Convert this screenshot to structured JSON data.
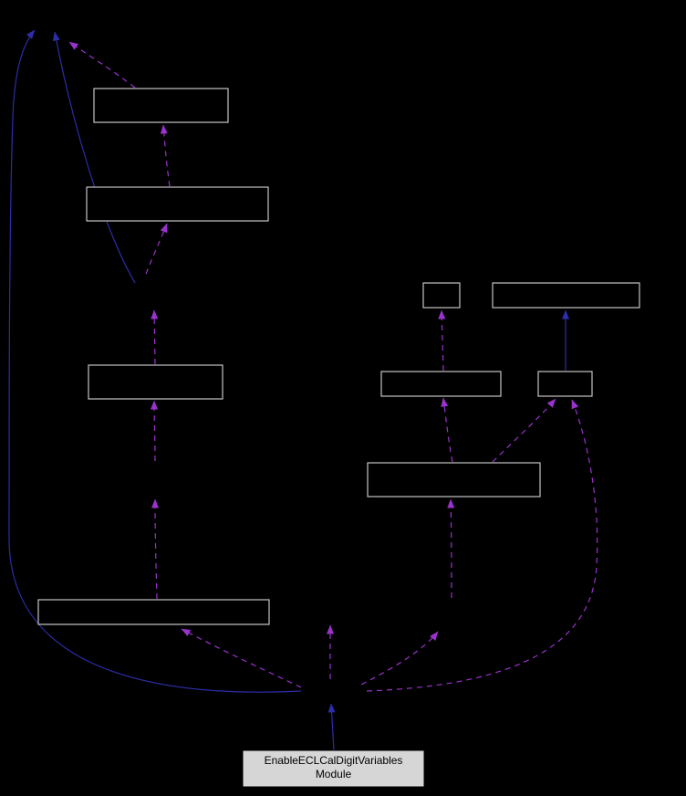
{
  "diagram": {
    "type": "collaboration-graph",
    "current_node": {
      "label_line1": "EnableECLCalDigitVariables",
      "label_line2": "Module",
      "label_color": "#000000"
    },
    "colors": {
      "background": "#000000",
      "inheritance_edge": "#2d2da8",
      "usage_edge": "#9a32cd",
      "node_border": "#c4c4c4",
      "current_node_fill": "#d6d6d6"
    },
    "stats": {
      "unlabeled_node_count": 9,
      "solid_inheritance_edge_count": 4,
      "dashed_usage_edge_count": 14
    }
  }
}
